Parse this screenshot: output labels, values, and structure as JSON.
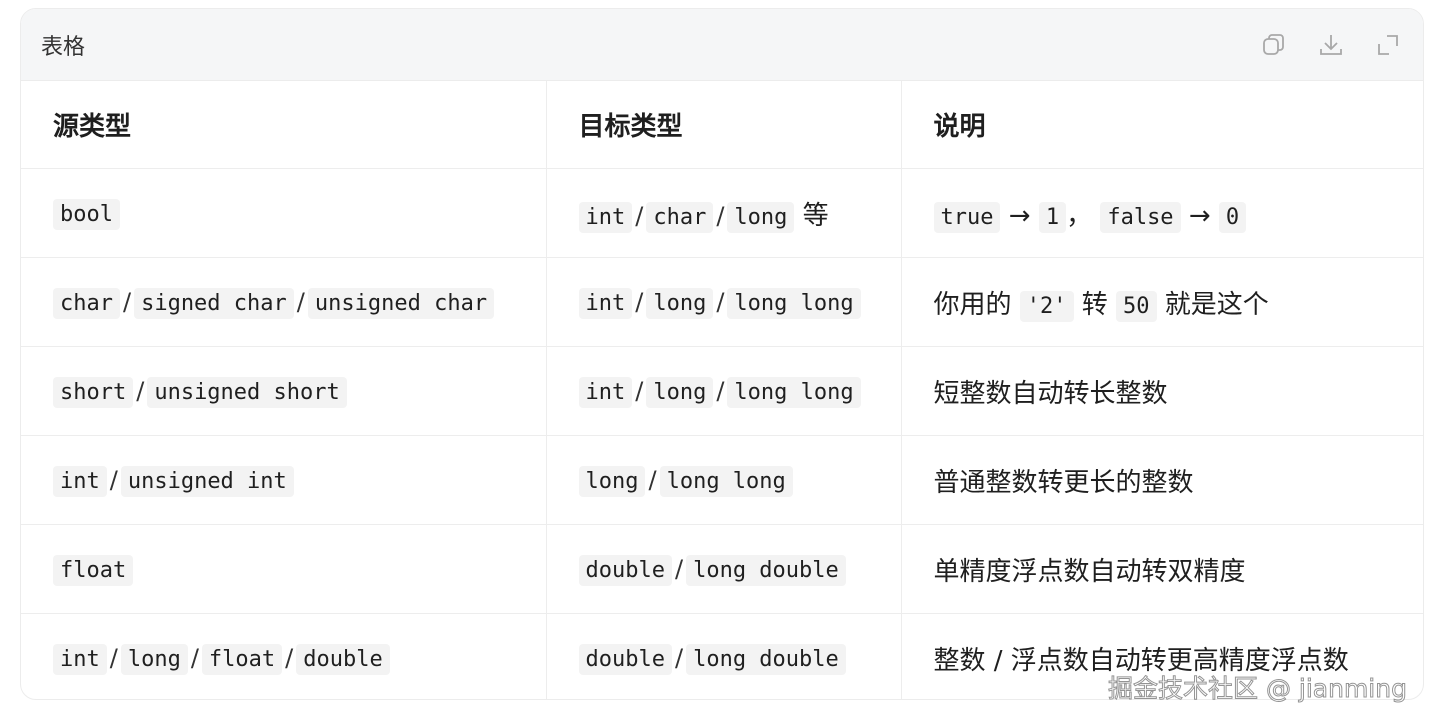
{
  "header": {
    "title": "表格",
    "icons": [
      "copy-icon",
      "download-icon",
      "expand-icon"
    ]
  },
  "table": {
    "columns": [
      "源类型",
      "目标类型",
      "说明"
    ],
    "rows": [
      [
        [
          {
            "c": "bool"
          }
        ],
        [
          {
            "c": "int"
          },
          {
            "s": "/"
          },
          {
            "c": "char"
          },
          {
            "s": "/"
          },
          {
            "c": "long"
          },
          {
            "t": " 等"
          }
        ],
        [
          {
            "c": "true"
          },
          {
            "t": " → "
          },
          {
            "c": "1"
          },
          {
            "t": "， "
          },
          {
            "c": "false"
          },
          {
            "t": " → "
          },
          {
            "c": "0"
          }
        ]
      ],
      [
        [
          {
            "c": "char"
          },
          {
            "s": "/"
          },
          {
            "c": "signed char"
          },
          {
            "s": "/"
          },
          {
            "c": "unsigned char"
          }
        ],
        [
          {
            "c": "int"
          },
          {
            "s": "/"
          },
          {
            "c": "long"
          },
          {
            "s": "/"
          },
          {
            "c": "long long"
          }
        ],
        [
          {
            "t": "你用的 "
          },
          {
            "c": "'2'"
          },
          {
            "t": " 转 "
          },
          {
            "c": "50"
          },
          {
            "t": " 就是这个"
          }
        ]
      ],
      [
        [
          {
            "c": "short"
          },
          {
            "s": "/"
          },
          {
            "c": "unsigned short"
          }
        ],
        [
          {
            "c": "int"
          },
          {
            "s": "/"
          },
          {
            "c": "long"
          },
          {
            "s": "/"
          },
          {
            "c": "long long"
          }
        ],
        [
          {
            "t": "短整数自动转长整数"
          }
        ]
      ],
      [
        [
          {
            "c": "int"
          },
          {
            "s": "/"
          },
          {
            "c": "unsigned int"
          }
        ],
        [
          {
            "c": "long"
          },
          {
            "s": "/"
          },
          {
            "c": "long long"
          }
        ],
        [
          {
            "t": "普通整数转更长的整数"
          }
        ]
      ],
      [
        [
          {
            "c": "float"
          }
        ],
        [
          {
            "c": "double"
          },
          {
            "s": "/"
          },
          {
            "c": "long double"
          }
        ],
        [
          {
            "t": "单精度浮点数自动转双精度"
          }
        ]
      ],
      [
        [
          {
            "c": "int"
          },
          {
            "s": "/"
          },
          {
            "c": "long"
          },
          {
            "s": "/"
          },
          {
            "c": "float"
          },
          {
            "s": "/"
          },
          {
            "c": "double"
          }
        ],
        [
          {
            "c": "double"
          },
          {
            "s": "/"
          },
          {
            "c": "long double"
          }
        ],
        [
          {
            "t": "整数 / 浮点数自动转更高精度浮点数"
          }
        ]
      ]
    ]
  },
  "watermark": "掘金技术社区 @ jianming"
}
